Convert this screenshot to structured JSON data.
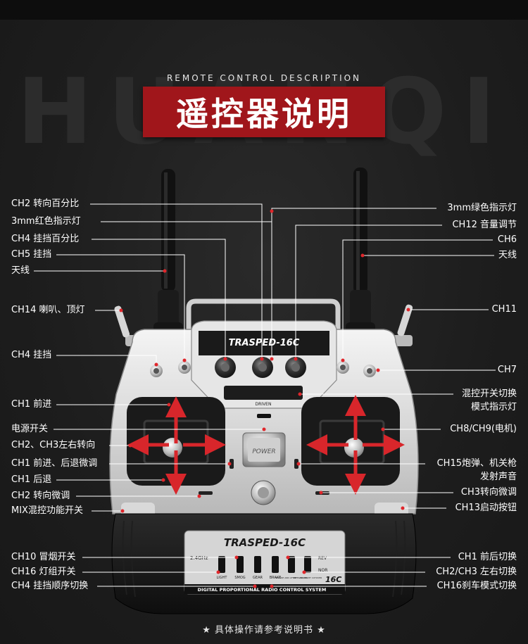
{
  "header": {
    "watermark": "HUANQI",
    "subtitle": "REMOTE CONTROL DESCRIPTION",
    "title": "遥控器说明"
  },
  "device": {
    "brand_top": "TRASPED-16C",
    "brand_panel": "TRASPED-16C",
    "power_label": "POWER",
    "driven_label": "DRIVEN",
    "freq_label": "2.4GHz",
    "model_badge": "16C",
    "system_label": "DIGITAL PROPORTIONAL RADIO CONTROL SYSTEM",
    "rev_label": "REV",
    "nor_label": "NOR",
    "switch_labels": [
      "LIGHT",
      "SMOG",
      "GEAR",
      "BRAKE",
      "BEFORE AND AFTER CUTOVER",
      "LEFT AND RIGHT CUTOVER"
    ]
  },
  "labels_left": [
    "CH2 转向百分比",
    "3mm红色指示灯",
    "CH4 挂挡百分比",
    "CH5 挂挡",
    "天线",
    "CH14 喇叭、顶灯",
    "CH4 挂挡",
    "CH1 前进",
    "电源开关",
    "CH2、CH3左右转向",
    "CH1 前进、后退微调",
    "CH1 后退",
    "CH2 转向微调",
    "MIX混控功能开关",
    "CH10 冒烟开关",
    "CH16 灯组开关",
    "CH4 挂挡顺序切换"
  ],
  "labels_right": [
    "3mm绿色指示灯",
    "CH12 音量调节",
    "CH6",
    "天线",
    "CH11",
    "CH7",
    "混控开关切换",
    "模式指示灯",
    "CH8/CH9(电机)",
    "CH15炮弹、机关枪",
    "发射声音",
    "CH3转向微调",
    "CH13启动按钮",
    "CH1 前后切换",
    "CH2/CH3 左右切换",
    "CH16刹车模式切换"
  ],
  "footer": {
    "note": "★ 具体操作请参考说明书 ★"
  },
  "colors": {
    "background": "#202020",
    "title_red": "#a0161b",
    "arrow_red": "#d8262b",
    "leader_line": "#ffffff",
    "dot_red": "#e0262b"
  }
}
